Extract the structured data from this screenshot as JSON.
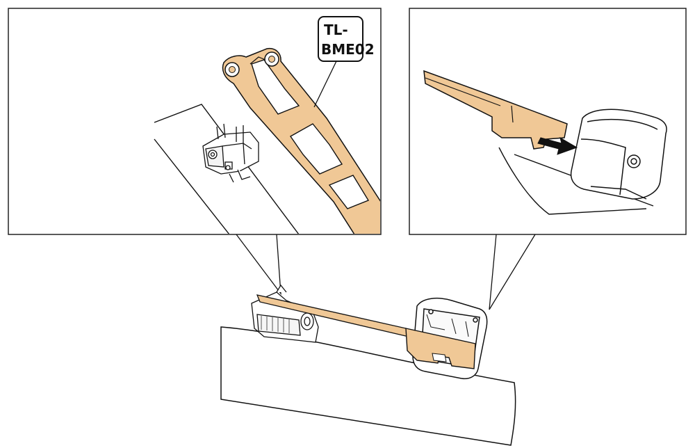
{
  "tool_label": {
    "line1": "TL-",
    "line2": "BME02"
  },
  "colors": {
    "tool_fill": "#f0c896",
    "line": "#111111",
    "background": "#ffffff",
    "panel_border": "#222222"
  },
  "icons": {
    "arrow": "right-arrow",
    "tool": "tl-bme02-tool",
    "bracket": "battery-mount-bracket",
    "cover": "battery-mount-cover"
  }
}
